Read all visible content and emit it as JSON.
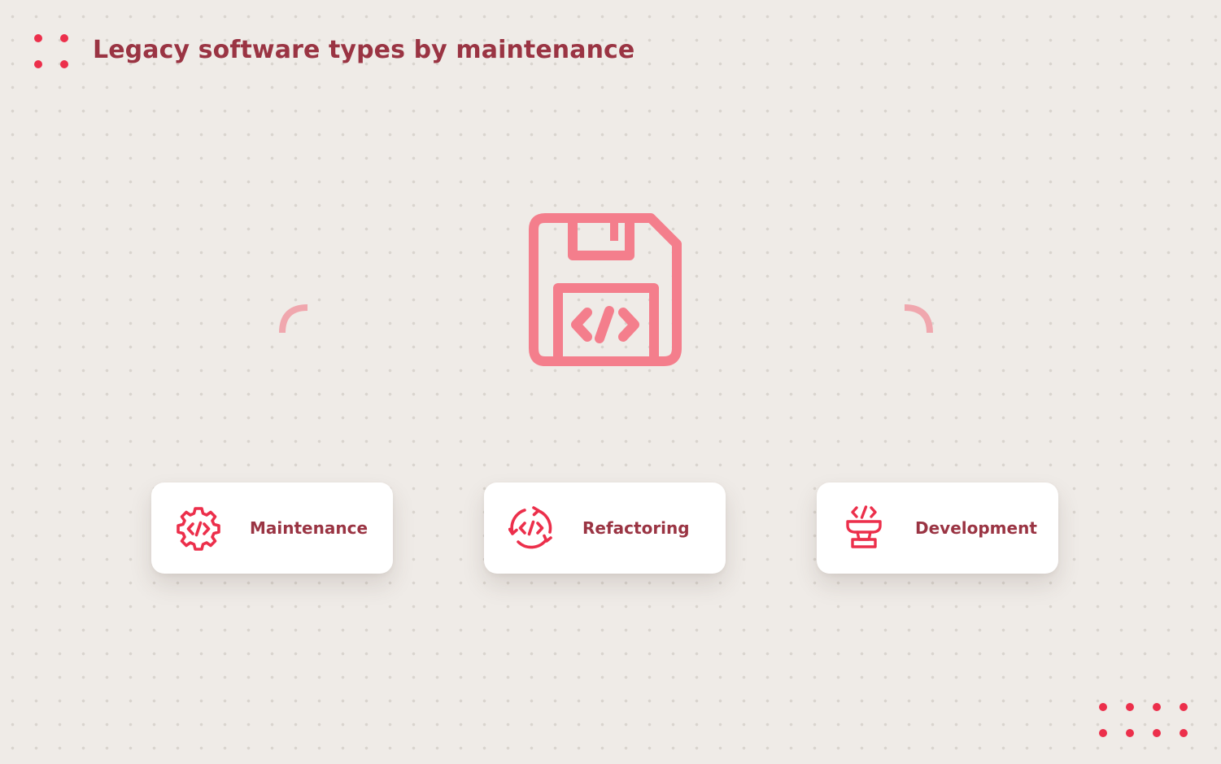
{
  "diagram": {
    "title": "Legacy software types by maintenance",
    "root": {
      "icon": "floppy-disk-code-icon"
    },
    "nodes": [
      {
        "label": "Maintenance",
        "icon": "gear-code-icon"
      },
      {
        "label": "Refactoring",
        "icon": "cycle-code-icon"
      },
      {
        "label": "Development",
        "icon": "anvil-code-icon"
      }
    ]
  },
  "colors": {
    "background": "#efebe7",
    "title": "#9a3443",
    "accent": "#ec2f4b",
    "connector": "#f0a7ae",
    "root_icon": "#f47e8c",
    "card": "#ffffff"
  }
}
